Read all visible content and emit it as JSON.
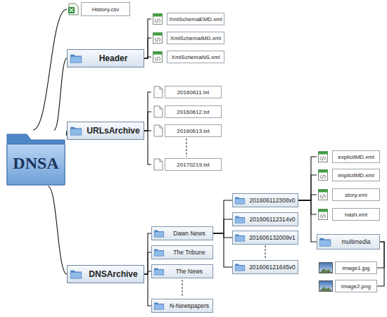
{
  "diagram": {
    "nodes": [
      {
        "text": [
          "DNSA"
        ]
      },
      {
        "text": [
          "History.csv"
        ]
      },
      {
        "text": [
          "Header"
        ]
      },
      {
        "text": [
          "XmlSchemaEMD.xml"
        ]
      },
      {
        "text": [
          "XmlSchemaIMD.xml"
        ]
      },
      {
        "text": [
          "XmlSchemaNS.xml"
        ]
      },
      {
        "text": [
          "URLsArchive"
        ]
      },
      {
        "text": [
          "20160611.txt"
        ]
      },
      {
        "text": [
          "20160612.txt"
        ]
      },
      {
        "text": [
          "20160613.txt"
        ]
      },
      {
        "text": [
          "20170219.txt"
        ]
      },
      {
        "text": [
          "DNSArchive"
        ]
      },
      {
        "text": [
          "Dawn News"
        ]
      },
      {
        "text": [
          "The Tribune"
        ]
      },
      {
        "text": [
          "The News"
        ]
      },
      {
        "text": [
          "N-Newspapers"
        ]
      },
      {
        "text": [
          "201606112308v0"
        ]
      },
      {
        "text": [
          "201606112314v0"
        ]
      },
      {
        "text": [
          "201606132009v1"
        ]
      },
      {
        "text": [
          "201606121645v0"
        ]
      },
      {
        "text": [
          "explicitMD.xml"
        ]
      },
      {
        "text": [
          "implicitMD.xml"
        ]
      },
      {
        "text": [
          "story.xml"
        ]
      },
      {
        "text": [
          "hash.xml"
        ]
      },
      {
        "text": [
          "multimedia"
        ]
      },
      {
        "text": [
          "image1.jpg"
        ]
      },
      {
        "text": [
          "image2.png"
        ]
      }
    ],
    "edges": [
      {
        "from": 0,
        "to": 1,
        "arrow": "none"
      },
      {
        "from": 0,
        "to": 2,
        "arrow": "none"
      },
      {
        "from": 0,
        "to": 6,
        "arrow": "none"
      },
      {
        "from": 0,
        "to": 11,
        "arrow": "none"
      },
      {
        "from": 2,
        "to": 3,
        "arrow": "none"
      },
      {
        "from": 2,
        "to": 4,
        "arrow": "none"
      },
      {
        "from": 2,
        "to": 5,
        "arrow": "none"
      },
      {
        "from": 6,
        "to": 7,
        "arrow": "none"
      },
      {
        "from": 6,
        "to": 8,
        "arrow": "none"
      },
      {
        "from": 6,
        "to": 9,
        "arrow": "none"
      },
      {
        "from": 6,
        "to": 10,
        "arrow": "none"
      },
      {
        "from": 11,
        "to": 12,
        "arrow": "none"
      },
      {
        "from": 11,
        "to": 13,
        "arrow": "none"
      },
      {
        "from": 11,
        "to": 14,
        "arrow": "none"
      },
      {
        "from": 11,
        "to": 15,
        "arrow": "none"
      },
      {
        "from": 12,
        "to": 16,
        "arrow": "none"
      },
      {
        "from": 12,
        "to": 17,
        "arrow": "none"
      },
      {
        "from": 12,
        "to": 18,
        "arrow": "none"
      },
      {
        "from": 12,
        "to": 19,
        "arrow": "none"
      },
      {
        "from": 16,
        "to": 20,
        "arrow": "none"
      },
      {
        "from": 16,
        "to": 21,
        "arrow": "none"
      },
      {
        "from": 16,
        "to": 22,
        "arrow": "none"
      },
      {
        "from": 16,
        "to": 23,
        "arrow": "none"
      },
      {
        "from": 16,
        "to": 24,
        "arrow": "none"
      },
      {
        "from": 24,
        "to": 25,
        "arrow": "none"
      },
      {
        "from": 24,
        "to": 26,
        "arrow": "none"
      }
    ]
  }
}
